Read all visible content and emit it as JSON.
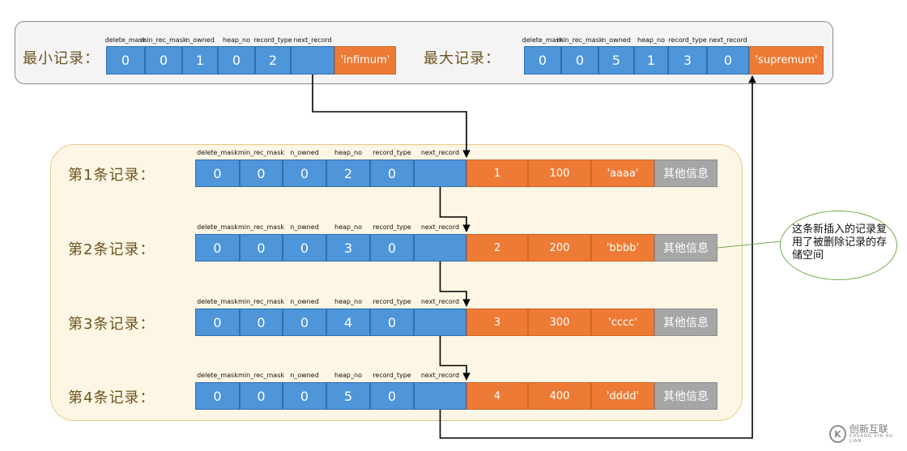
{
  "top_records": [
    {
      "label": "最小记录：",
      "headers": [
        "delete_mask",
        "min_rec_mask",
        "n_owned",
        "heap_no",
        "record_type",
        "next_record"
      ],
      "values": [
        "0",
        "0",
        "1",
        "0",
        "2",
        ""
      ],
      "name": "'infimum'"
    },
    {
      "label": "最大记录：",
      "headers": [
        "delete_mask",
        "min_rec_mask",
        "n_owned",
        "heap_no",
        "record_type",
        "next_record"
      ],
      "values": [
        "0",
        "0",
        "5",
        "1",
        "3",
        "0"
      ],
      "name": "'supremum'"
    }
  ],
  "user_records": [
    {
      "label": "第1条记录：",
      "headers": [
        "delete_mask",
        "min_rec_mask",
        "n_owned",
        "heap_no",
        "record_type",
        "next_record"
      ],
      "values": [
        "0",
        "0",
        "0",
        "2",
        "0",
        ""
      ],
      "columns": [
        "1",
        "100",
        "'aaaa'"
      ],
      "other": "其他信息"
    },
    {
      "label": "第2条记录：",
      "headers": [
        "delete_mask",
        "min_rec_mask",
        "n_owned",
        "heap_no",
        "record_type",
        "next_record"
      ],
      "values": [
        "0",
        "0",
        "0",
        "3",
        "0",
        ""
      ],
      "columns": [
        "2",
        "200",
        "'bbbb'"
      ],
      "other": "其他信息"
    },
    {
      "label": "第3条记录：",
      "headers": [
        "delete_mask",
        "min_rec_mask",
        "n_owned",
        "heap_no",
        "record_type",
        "next_record"
      ],
      "values": [
        "0",
        "0",
        "0",
        "4",
        "0",
        ""
      ],
      "columns": [
        "3",
        "300",
        "'cccc'"
      ],
      "other": "其他信息"
    },
    {
      "label": "第4条记录：",
      "headers": [
        "delete_mask",
        "min_rec_mask",
        "n_owned",
        "heap_no",
        "record_type",
        "next_record"
      ],
      "values": [
        "0",
        "0",
        "0",
        "5",
        "0",
        ""
      ],
      "columns": [
        "4",
        "400",
        "'dddd'"
      ],
      "other": "其他信息"
    }
  ],
  "callout": "这条新插入的记录复用了被删除记录的存储空间",
  "watermark": {
    "icon": "K",
    "title": "创新互联",
    "subtitle": "CHUANG XIN HU LIAN"
  }
}
